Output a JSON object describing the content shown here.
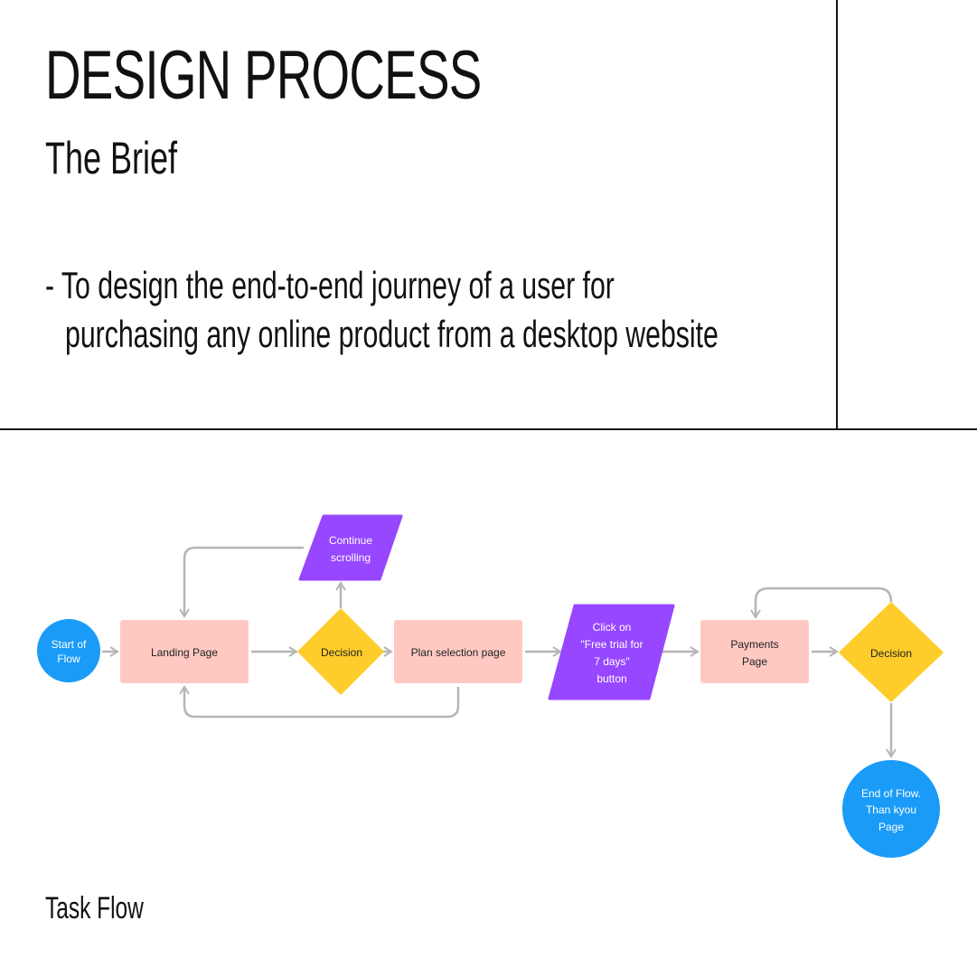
{
  "header": {
    "title": "DESIGN PROCESS",
    "subtitle": "The Brief"
  },
  "brief": {
    "line1": "- To design the end-to-end journey of a user for",
    "line2": "purchasing any online product from a desktop website"
  },
  "caption": "Task Flow",
  "flow": {
    "start": [
      "Start of",
      "Flow"
    ],
    "landing": "Landing Page",
    "decision1": "Decision",
    "continue": [
      "Continue",
      "scrolling"
    ],
    "plan": "Plan selection page",
    "click": [
      "Click on",
      "\"Free trial for",
      "7 days\"",
      "button"
    ],
    "payments": [
      "Payments",
      "Page"
    ],
    "decision2": "Decision",
    "end": [
      "End of Flow.",
      "Than kyou",
      "Page"
    ]
  },
  "colors": {
    "terminal": "#1a9bf7",
    "process": "#ffc9c2",
    "decision": "#ffcd2b",
    "io": "#9747ff",
    "connector": "#b5b5b5"
  }
}
